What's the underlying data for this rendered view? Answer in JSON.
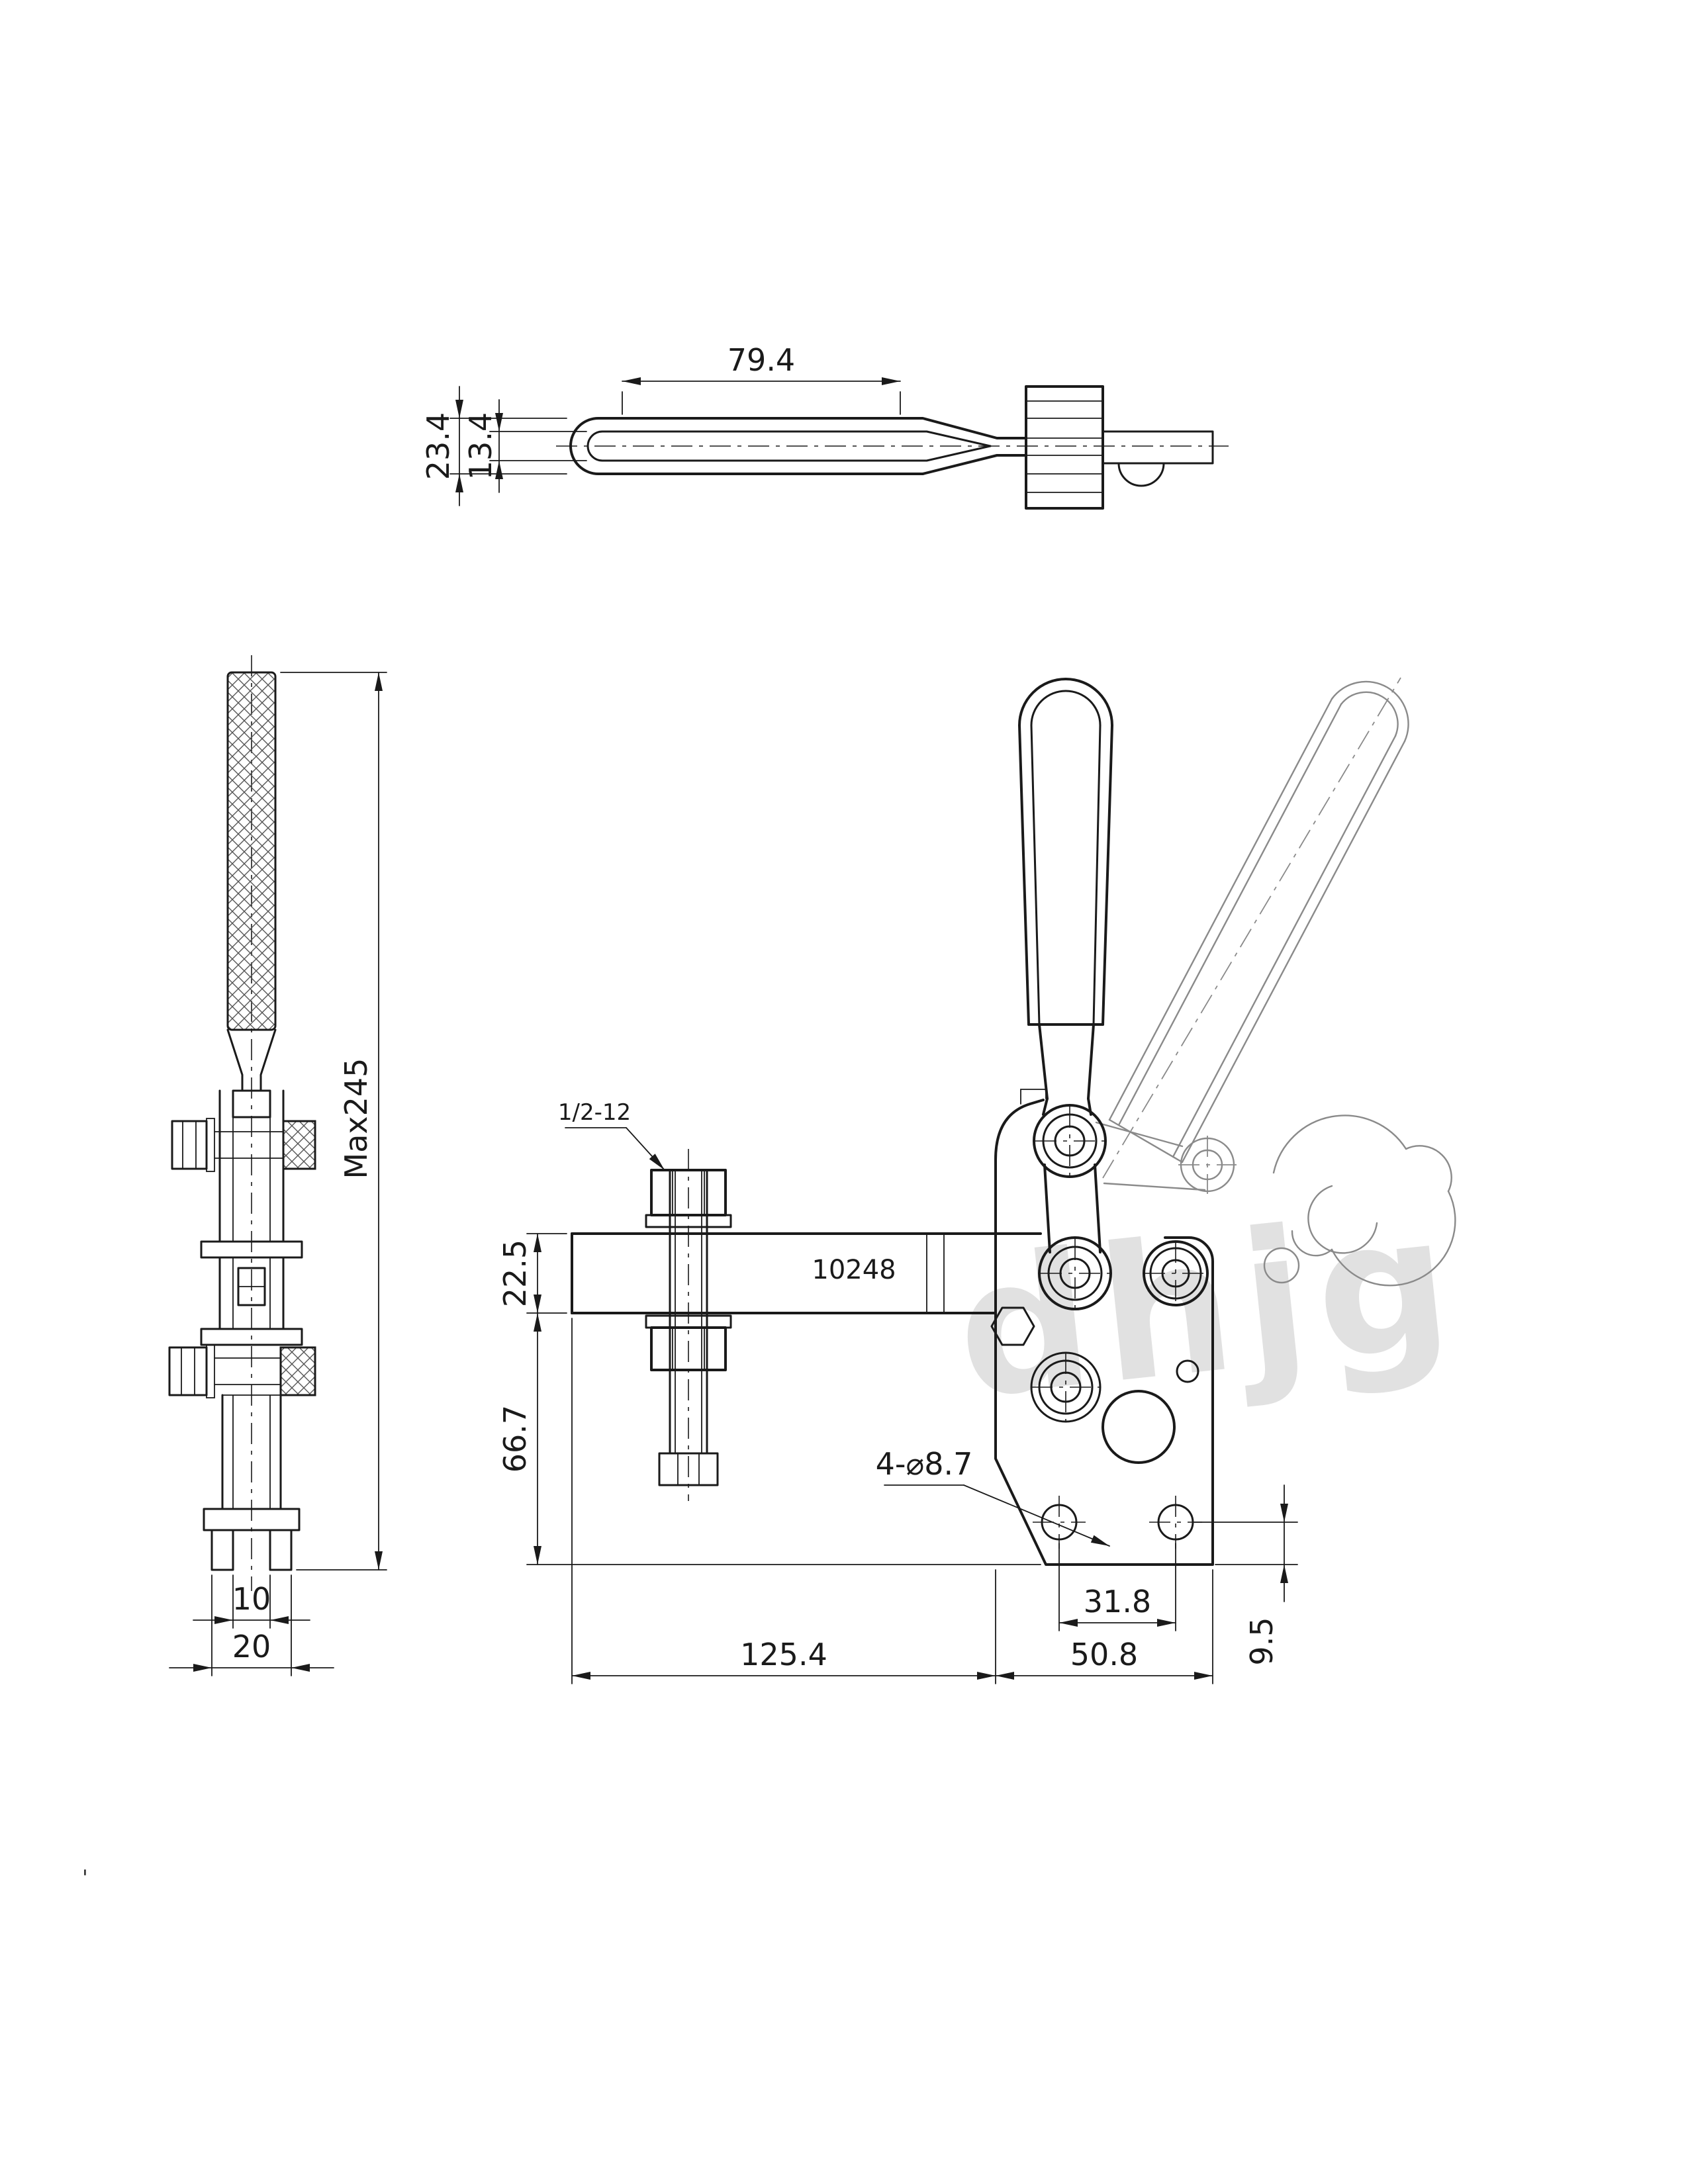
{
  "meta": {
    "watermark": "dhjg",
    "stray_mark": "'"
  },
  "top_view": {
    "dim_slot_length": "79.4",
    "dim_outer_width": "23.4",
    "dim_inner_width": "13.4"
  },
  "side_view": {
    "dim_max_height": "Max245",
    "dim_rod_dia": "10",
    "dim_body_width": "20"
  },
  "front_view": {
    "part_number": "10248",
    "thread_label": "1/2-12",
    "holes_label": "4-⌀8.7",
    "dim_bar_height": "22.5",
    "dim_lower_height": "66.7",
    "dim_bar_length": "125.4",
    "dim_base_width": "50.8",
    "dim_hole_spacing": "31.8",
    "dim_hole_edge": "9.5"
  }
}
